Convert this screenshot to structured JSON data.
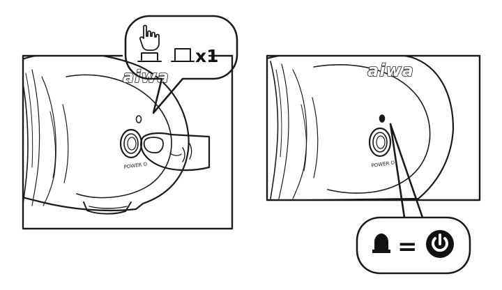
{
  "panels": {
    "left": {
      "brand": "aiwa",
      "button_label": "POWER O",
      "callout_count": "x1"
    },
    "right": {
      "brand": "aiwa",
      "button_label": "POWER O",
      "callout_equals": "="
    }
  },
  "icons": {
    "press_gesture": "finger-press-icon",
    "button_outline": "button-outline-icon",
    "indicator_light": "led-indicator-icon",
    "power_symbol": "power-icon"
  },
  "colors": {
    "ink": "#1a1a1a",
    "background": "#ffffff"
  }
}
